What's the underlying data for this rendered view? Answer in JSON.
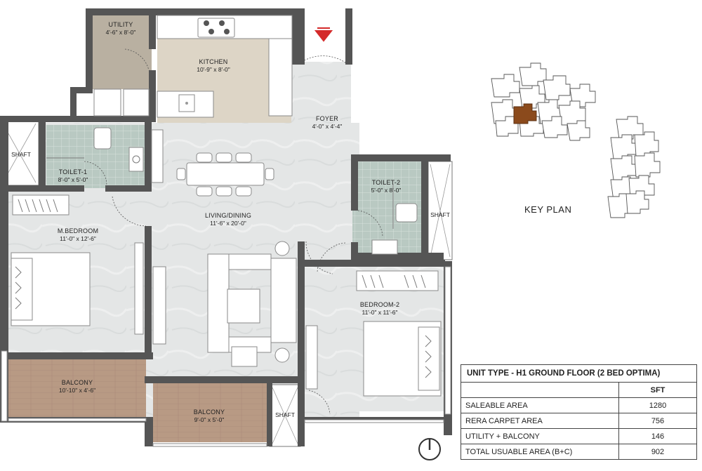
{
  "rooms": {
    "utility": {
      "name": "UTILITY",
      "dims": "4'-6\" x 8'-0\""
    },
    "kitchen": {
      "name": "KITCHEN",
      "dims": "10'-9\" x 8'-0\""
    },
    "foyer": {
      "name": "FOYER",
      "dims": "4'-0\" x 4'-4\""
    },
    "toilet1": {
      "name": "TOILET-1",
      "dims": "8'-0\" x 5'-0\""
    },
    "toilet2": {
      "name": "TOILET-2",
      "dims": "5'-0\" x 8'-0\""
    },
    "living": {
      "name": "LIVING/DINING",
      "dims": "11'-6\" x 20'-0\""
    },
    "mbedroom": {
      "name": "M.BEDROOM",
      "dims": "11'-0\" x 12'-6\""
    },
    "bedroom2": {
      "name": "BEDROOM-2",
      "dims": "11'-0\" x 11'-6\""
    },
    "balcony1": {
      "name": "BALCONY",
      "dims": "10'-10\" x 4'-6\""
    },
    "balcony2": {
      "name": "BALCONY",
      "dims": "9'-0\" x 5'-0\""
    }
  },
  "shafts": {
    "left": "SHAFT",
    "right": "SHAFT",
    "bottom": "SHAFT"
  },
  "key_plan": {
    "title": "KEY PLAN",
    "highlight_color": "#8b4a1c"
  },
  "area_table": {
    "unit_type": "UNIT TYPE - H1 GROUND FLOOR (2 BED OPTIMA)",
    "unit_header": "SFT",
    "rows": [
      {
        "label": "SALEABLE AREA",
        "value": "1280"
      },
      {
        "label": "RERA CARPET AREA",
        "value": "756"
      },
      {
        "label": "UTILITY + BALCONY",
        "value": "146"
      },
      {
        "label": "TOTAL USUABLE AREA (B+C)",
        "value": "902"
      }
    ]
  },
  "colors": {
    "wall": "#555555",
    "floor_marble": "#e4e6e6",
    "kitchen_tile": "#ddd5c6",
    "utility_tile": "#b9b0a1",
    "toilet_tile": "#b9c9c2",
    "balcony_wood": "#b89a84",
    "entry_arrow": "#d42a2a"
  }
}
